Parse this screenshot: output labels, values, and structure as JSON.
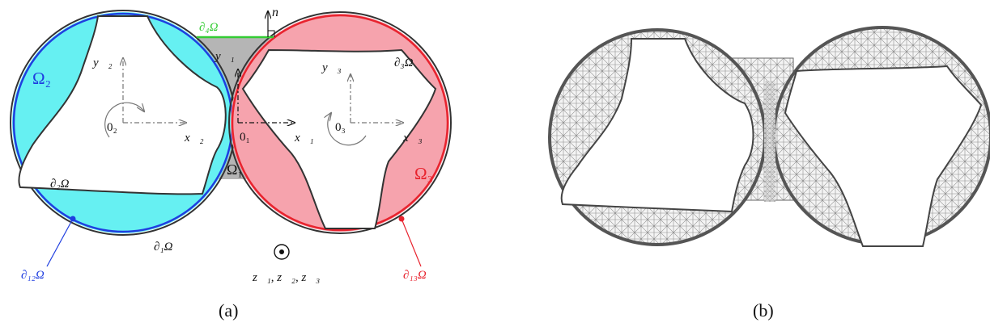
{
  "panel_a": {
    "caption": "(a)",
    "boundaries": {
      "d4": "∂₄Ω",
      "d3": "∂₃Ω",
      "d2": "∂₂Ω",
      "d1": "∂₁Ω",
      "d12": "∂₁₂Ω",
      "d13": "∂₁₃Ω"
    },
    "domains": {
      "omega1": "Ω₁",
      "omega2": "Ω₂",
      "omega3": "Ω₃"
    },
    "vectors": {
      "n": "n⃗",
      "y1": "y⃗₁",
      "y2": "y⃗₂",
      "y3": "y⃗₃",
      "x1": "x⃗₁",
      "x2": "x⃗₂",
      "x3": "x⃗₃",
      "z": "z⃗₁, z⃗₂, z⃗₃"
    },
    "origins": {
      "o1": "0₁",
      "o2": "0₂",
      "o3": "0₃"
    },
    "colors": {
      "omega1": "#b5b5b5",
      "omega2": "#66f0f2",
      "omega3": "#f6a3ad",
      "d4": "#33cc33",
      "d12": "#1f3ee0",
      "d13": "#e8232e",
      "outline": "#333333"
    }
  },
  "panel_b": {
    "caption": "(b)"
  }
}
